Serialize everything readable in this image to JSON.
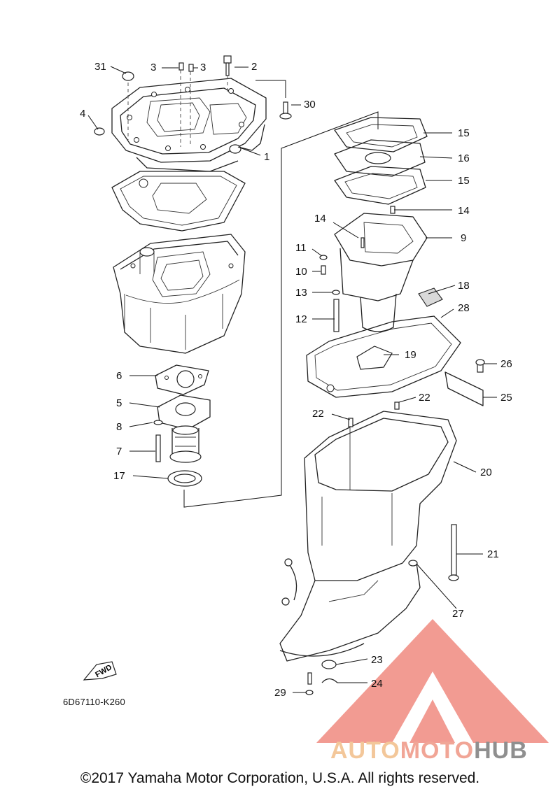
{
  "diagram": {
    "callouts": [
      {
        "id": "31",
        "text": "31"
      },
      {
        "id": "3a",
        "text": "3"
      },
      {
        "id": "3b",
        "text": "3"
      },
      {
        "id": "2",
        "text": "2"
      },
      {
        "id": "30",
        "text": "30"
      },
      {
        "id": "4",
        "text": "4"
      },
      {
        "id": "1",
        "text": "1"
      },
      {
        "id": "15a",
        "text": "15"
      },
      {
        "id": "16",
        "text": "16"
      },
      {
        "id": "15b",
        "text": "15"
      },
      {
        "id": "14a",
        "text": "14"
      },
      {
        "id": "14b",
        "text": "14"
      },
      {
        "id": "9",
        "text": "9"
      },
      {
        "id": "11",
        "text": "11"
      },
      {
        "id": "10",
        "text": "10"
      },
      {
        "id": "13",
        "text": "13"
      },
      {
        "id": "18",
        "text": "18"
      },
      {
        "id": "28",
        "text": "28"
      },
      {
        "id": "12",
        "text": "12"
      },
      {
        "id": "19",
        "text": "19"
      },
      {
        "id": "26",
        "text": "26"
      },
      {
        "id": "25",
        "text": "25"
      },
      {
        "id": "6",
        "text": "6"
      },
      {
        "id": "5",
        "text": "5"
      },
      {
        "id": "8",
        "text": "8"
      },
      {
        "id": "7",
        "text": "7"
      },
      {
        "id": "17",
        "text": "17"
      },
      {
        "id": "22a",
        "text": "22"
      },
      {
        "id": "22b",
        "text": "22"
      },
      {
        "id": "20",
        "text": "20"
      },
      {
        "id": "21",
        "text": "21"
      },
      {
        "id": "27",
        "text": "27"
      },
      {
        "id": "23",
        "text": "23"
      },
      {
        "id": "24",
        "text": "24"
      },
      {
        "id": "29",
        "text": "29"
      }
    ],
    "fwd_label": "FWD",
    "catalog_code": "6D67110-K260"
  },
  "watermark": {
    "part1": "AUTO",
    "part2": "MOTO",
    "part3": "HUB",
    "color_auto": "#f3c79a",
    "color_moto": "#f1a596",
    "color_hub": "#8f8f8f",
    "triangle_color": "#f08a80"
  },
  "footer": {
    "copyright": "©2017 Yamaha Motor Corporation, U.S.A. All rights reserved."
  }
}
